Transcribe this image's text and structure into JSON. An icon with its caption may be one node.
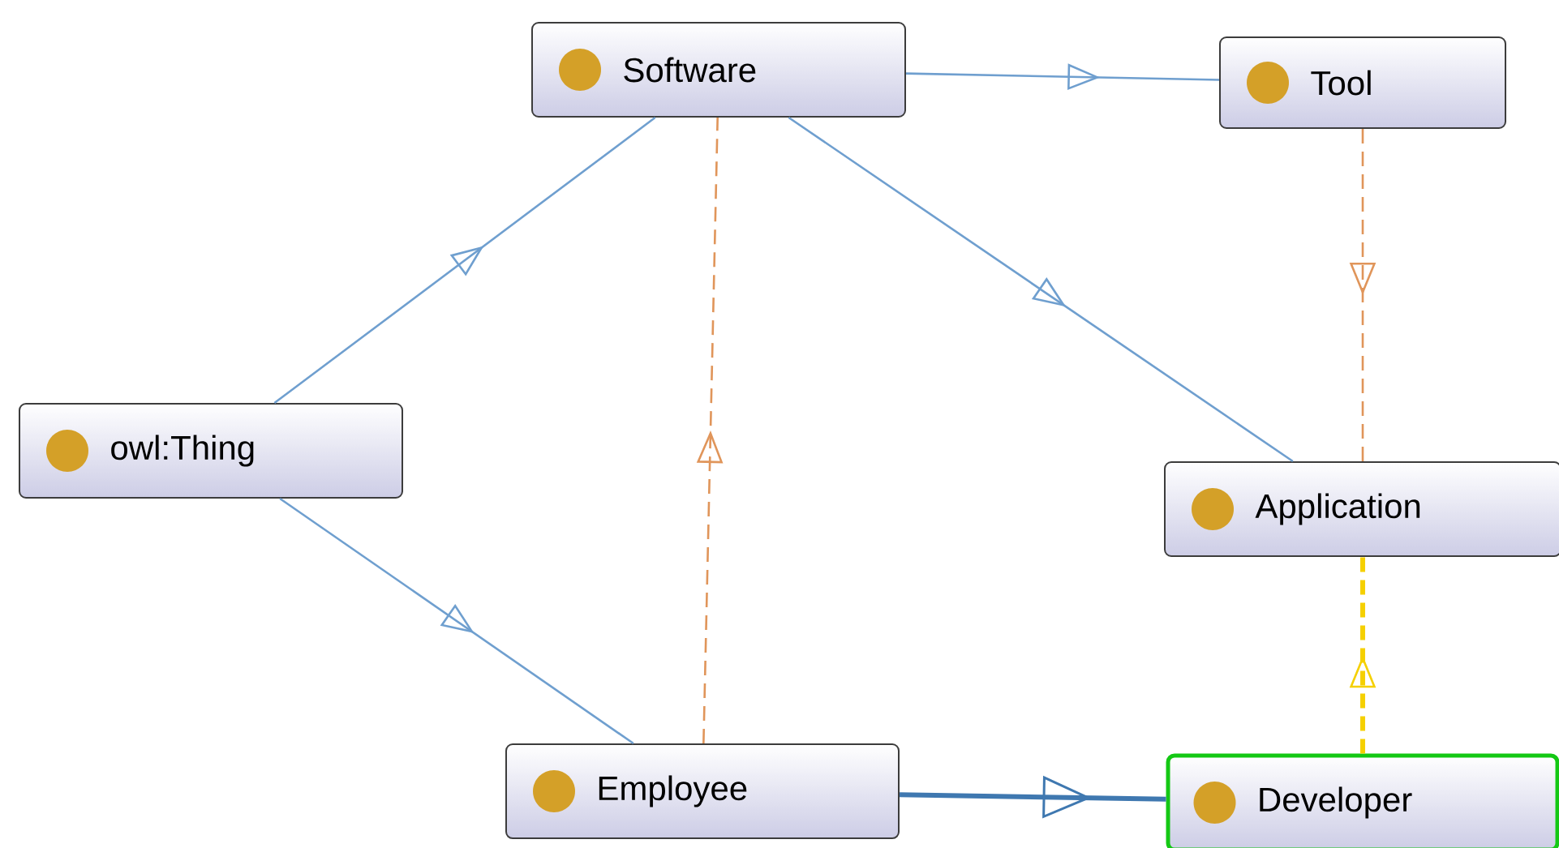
{
  "diagram": {
    "nodes": [
      {
        "text": [
          "Software"
        ]
      },
      {
        "text": [
          "Tool"
        ]
      },
      {
        "text": [
          "owl:Thing"
        ]
      },
      {
        "text": [
          "Application"
        ]
      },
      {
        "text": [
          "Employee"
        ]
      },
      {
        "text": [
          "Developer"
        ]
      }
    ],
    "edges": [
      {
        "from": 0,
        "to": 1,
        "arrow": "to"
      },
      {
        "from": 2,
        "to": 0,
        "arrow": "to"
      },
      {
        "from": 0,
        "to": 3,
        "arrow": "to"
      },
      {
        "from": 2,
        "to": 4,
        "arrow": "to"
      },
      {
        "from": 4,
        "to": 0,
        "arrow": "to",
        "style": "dashed",
        "color": "#e0955a"
      },
      {
        "from": 1,
        "to": 3,
        "arrow": "to",
        "style": "dashed",
        "color": "#e0955a"
      },
      {
        "from": 5,
        "to": 3,
        "arrow": "to",
        "style": "dashed",
        "color": "#f5d000"
      },
      {
        "from": 4,
        "to": 5,
        "arrow": "to",
        "style": "thick",
        "color": "#3f78b0"
      }
    ]
  }
}
